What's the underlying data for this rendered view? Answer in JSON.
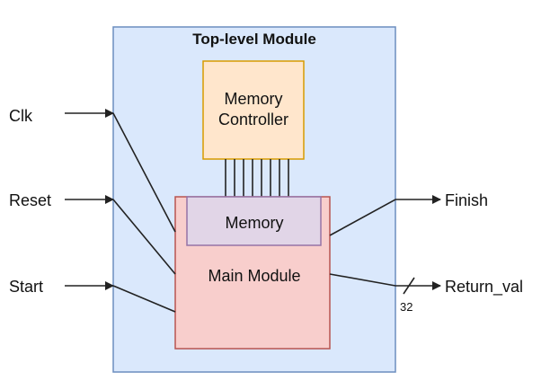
{
  "top_module": {
    "title": "Top-level Module",
    "fill": "#dae8fc",
    "stroke": "#6c8ebf"
  },
  "memory_controller": {
    "line1": "Memory",
    "line2": "Controller",
    "fill": "#ffe6cc",
    "stroke": "#d79b00"
  },
  "main_module": {
    "label": "Main Module",
    "fill": "#f8cecc",
    "stroke": "#b85450"
  },
  "memory": {
    "label": "Memory",
    "fill": "#e1d5e7",
    "stroke": "#9673a6"
  },
  "inputs": {
    "clk": "Clk",
    "reset": "Reset",
    "start": "Start"
  },
  "outputs": {
    "finish": "Finish",
    "return_val": "Return_val",
    "return_width": "32"
  },
  "bus_line_count": 8,
  "line_color": "#222222"
}
